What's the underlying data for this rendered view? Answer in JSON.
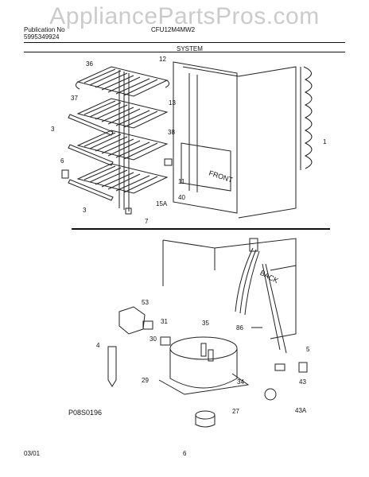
{
  "header": {
    "publication_label": "Publication No",
    "publication_no": "5995349924",
    "model": "CFU12M4MW2",
    "section": "SYSTEM"
  },
  "watermark": "AppliancePartsPros.com",
  "diagram": {
    "labels": [
      "36",
      "12",
      "37",
      "13",
      "3",
      "38",
      "1",
      "6",
      "11",
      "40",
      "15A",
      "3",
      "7",
      "53",
      "31",
      "30",
      "35",
      "4",
      "29",
      "34",
      "27",
      "86",
      "5",
      "43",
      "43A"
    ],
    "front_label": "FRONT",
    "back_label": "BACK",
    "figure_id": "P08S0196"
  },
  "footer": {
    "date": "03/01",
    "page": "6"
  }
}
